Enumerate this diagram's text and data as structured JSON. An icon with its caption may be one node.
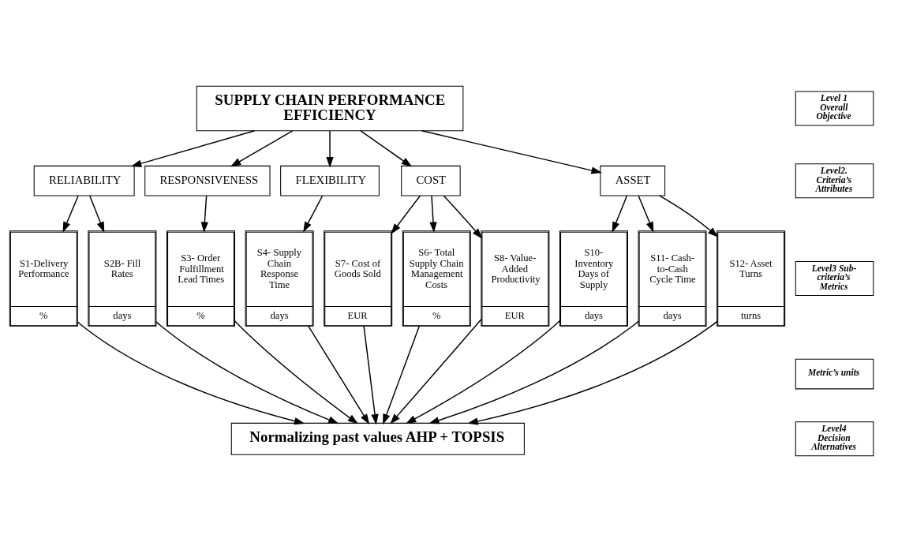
{
  "diagram": {
    "nodes": [
      {
        "text": [
          "SUPPLY CHAIN PERFORMANCE EFFICIENCY"
        ]
      },
      {
        "text": [
          "RELIABILITY"
        ]
      },
      {
        "text": [
          "RESPONSIVENESS"
        ]
      },
      {
        "text": [
          "FLEXIBILITY"
        ]
      },
      {
        "text": [
          "COST"
        ]
      },
      {
        "text": [
          "ASSET"
        ]
      },
      {
        "text": [
          "S1-Delivery Performance",
          "%"
        ]
      },
      {
        "text": [
          "S2B- Fill Rates",
          "days"
        ]
      },
      {
        "text": [
          "S3- Order Fulfillment Lead Times",
          "%"
        ]
      },
      {
        "text": [
          "S4- Supply Chain Response Time",
          "days"
        ]
      },
      {
        "text": [
          "S7- Cost of Goods Sold",
          "EUR"
        ]
      },
      {
        "text": [
          "S6- Total Supply Chain Management Costs",
          "%"
        ]
      },
      {
        "text": [
          "S8- Value-Added Productivity",
          "EUR"
        ]
      },
      {
        "text": [
          "S10- Inventory Days of Supply",
          "days"
        ]
      },
      {
        "text": [
          "S11- Cash-to-Cash Cycle Time",
          "days"
        ]
      },
      {
        "text": [
          "S12- Asset Turns",
          "turns"
        ]
      },
      {
        "text": [
          "Normalizing past values AHP + TOPSIS"
        ]
      },
      {
        "text": [
          "Level 1 Overall Objective"
        ]
      },
      {
        "text": [
          "Level2. Criteria’s Attributes"
        ]
      },
      {
        "text": [
          "Level3 Sub-criteria’s Metrics"
        ]
      },
      {
        "text": [
          "Metric’s units"
        ]
      },
      {
        "text": [
          "Level4 Decision Alternatives"
        ]
      }
    ],
    "edges": [
      {
        "from": 0,
        "to": 1,
        "arrow": "to"
      },
      {
        "from": 0,
        "to": 2,
        "arrow": "to"
      },
      {
        "from": 0,
        "to": 3,
        "arrow": "to"
      },
      {
        "from": 0,
        "to": 4,
        "arrow": "to"
      },
      {
        "from": 0,
        "to": 5,
        "arrow": "to"
      },
      {
        "from": 1,
        "to": 6,
        "arrow": "to"
      },
      {
        "from": 1,
        "to": 7,
        "arrow": "to"
      },
      {
        "from": 2,
        "to": 8,
        "arrow": "to"
      },
      {
        "from": 3,
        "to": 9,
        "arrow": "to"
      },
      {
        "from": 4,
        "to": 10,
        "arrow": "to"
      },
      {
        "from": 4,
        "to": 11,
        "arrow": "to"
      },
      {
        "from": 4,
        "to": 12,
        "arrow": "to"
      },
      {
        "from": 5,
        "to": 13,
        "arrow": "to"
      },
      {
        "from": 5,
        "to": 14,
        "arrow": "to"
      },
      {
        "from": 5,
        "to": 15,
        "arrow": "to"
      },
      {
        "from": 6,
        "to": 16,
        "arrow": "to"
      },
      {
        "from": 7,
        "to": 16,
        "arrow": "to"
      },
      {
        "from": 8,
        "to": 16,
        "arrow": "to"
      },
      {
        "from": 9,
        "to": 16,
        "arrow": "to"
      },
      {
        "from": 10,
        "to": 16,
        "arrow": "to"
      },
      {
        "from": 11,
        "to": 16,
        "arrow": "to"
      },
      {
        "from": 12,
        "to": 16,
        "arrow": "to"
      },
      {
        "from": 13,
        "to": 16,
        "arrow": "to"
      },
      {
        "from": 14,
        "to": 16,
        "arrow": "to"
      },
      {
        "from": 15,
        "to": 16,
        "arrow": "to"
      }
    ]
  }
}
